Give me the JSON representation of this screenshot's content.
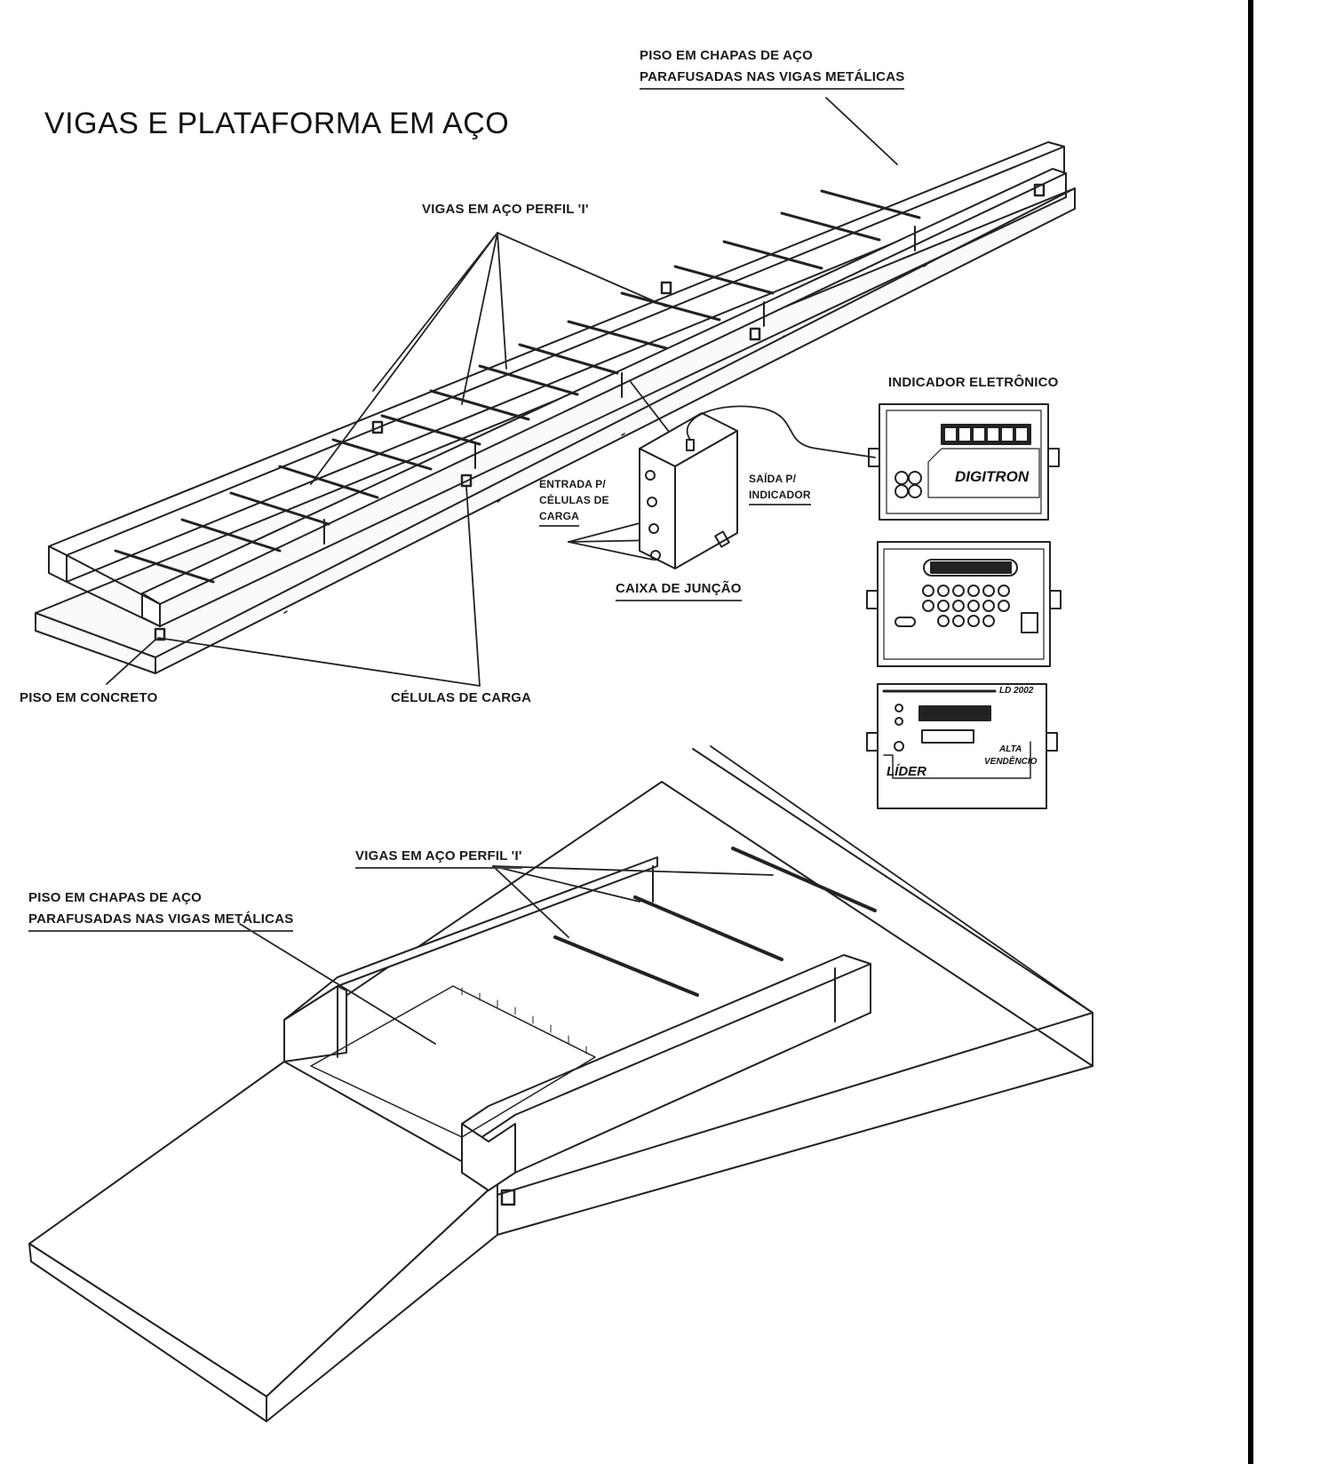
{
  "title": "VIGAS E PLATAFORMA EM AÇO",
  "labels": {
    "piso_chapas_top_1": "PISO EM CHAPAS DE AÇO",
    "piso_chapas_top_2": "PARAFUSADAS NAS VIGAS METÁLICAS",
    "vigas_top": "VIGAS EM AÇO PERFIL 'I'",
    "indicador": "INDICADOR ELETRÔNICO",
    "entrada_1": "ENTRADA P/",
    "entrada_2": "CÉLULAS DE",
    "entrada_3": "CARGA",
    "saida_1": "SAÍDA P/",
    "saida_2": "INDICADOR",
    "caixa": "CAIXA DE JUNÇÃO",
    "piso_concreto": "PISO EM CONCRETO",
    "celulas": "CÉLULAS DE CARGA",
    "vigas_bottom": "VIGAS EM AÇO PERFIL 'I'",
    "piso_chapas_bottom_1": "PISO EM CHAPAS DE AÇO",
    "piso_chapas_bottom_2": "PARAFUSADAS NAS VIGAS METÁLICAS"
  },
  "indicators": {
    "digitron_brand": "DIGITRON",
    "lider_model": "LD 2002",
    "lider_brand": "LÍDER",
    "lider_sub_1": "ALTA",
    "lider_sub_2": "VENDÊNCIO"
  },
  "colors": {
    "line": "#222222",
    "frame": "#555555",
    "accent_border": "#000000"
  }
}
